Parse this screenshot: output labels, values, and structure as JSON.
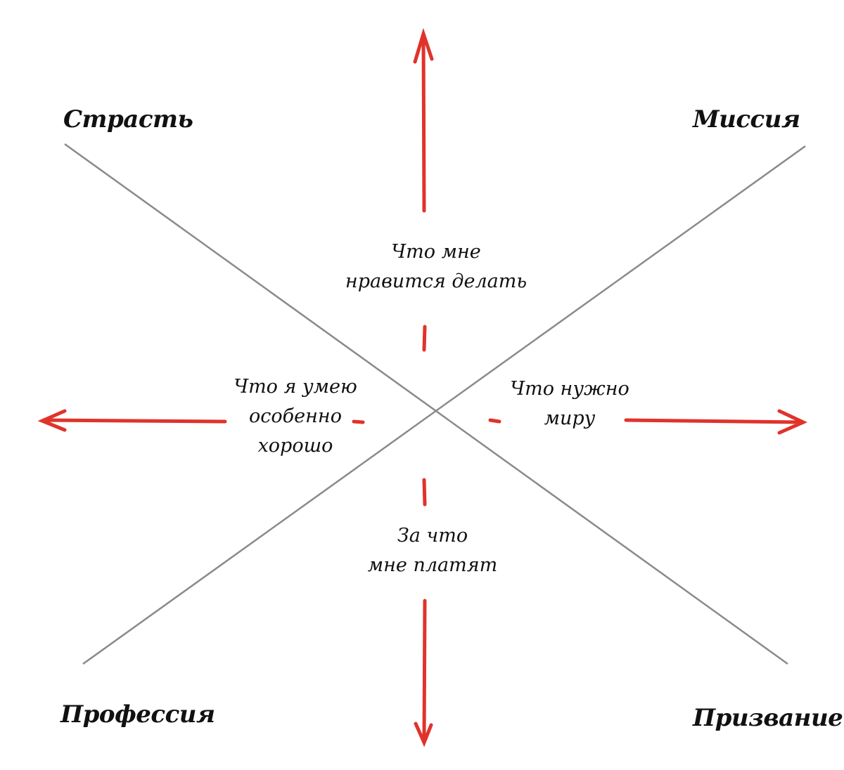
{
  "corners": {
    "top_left": "Страсть",
    "top_right": "Миссия",
    "bottom_left": "Профессия",
    "bottom_right": "Призвание"
  },
  "labels": {
    "top": [
      "Что мне",
      "нравится делать"
    ],
    "left": [
      "Что я умею",
      "особенно",
      "хорошо"
    ],
    "right": [
      "Что нужно",
      "миру"
    ],
    "bottom": [
      "За что",
      "мне платят"
    ]
  },
  "colors": {
    "arrow": "#e0332b",
    "line": "#8a8a8a",
    "text": "#111111"
  }
}
